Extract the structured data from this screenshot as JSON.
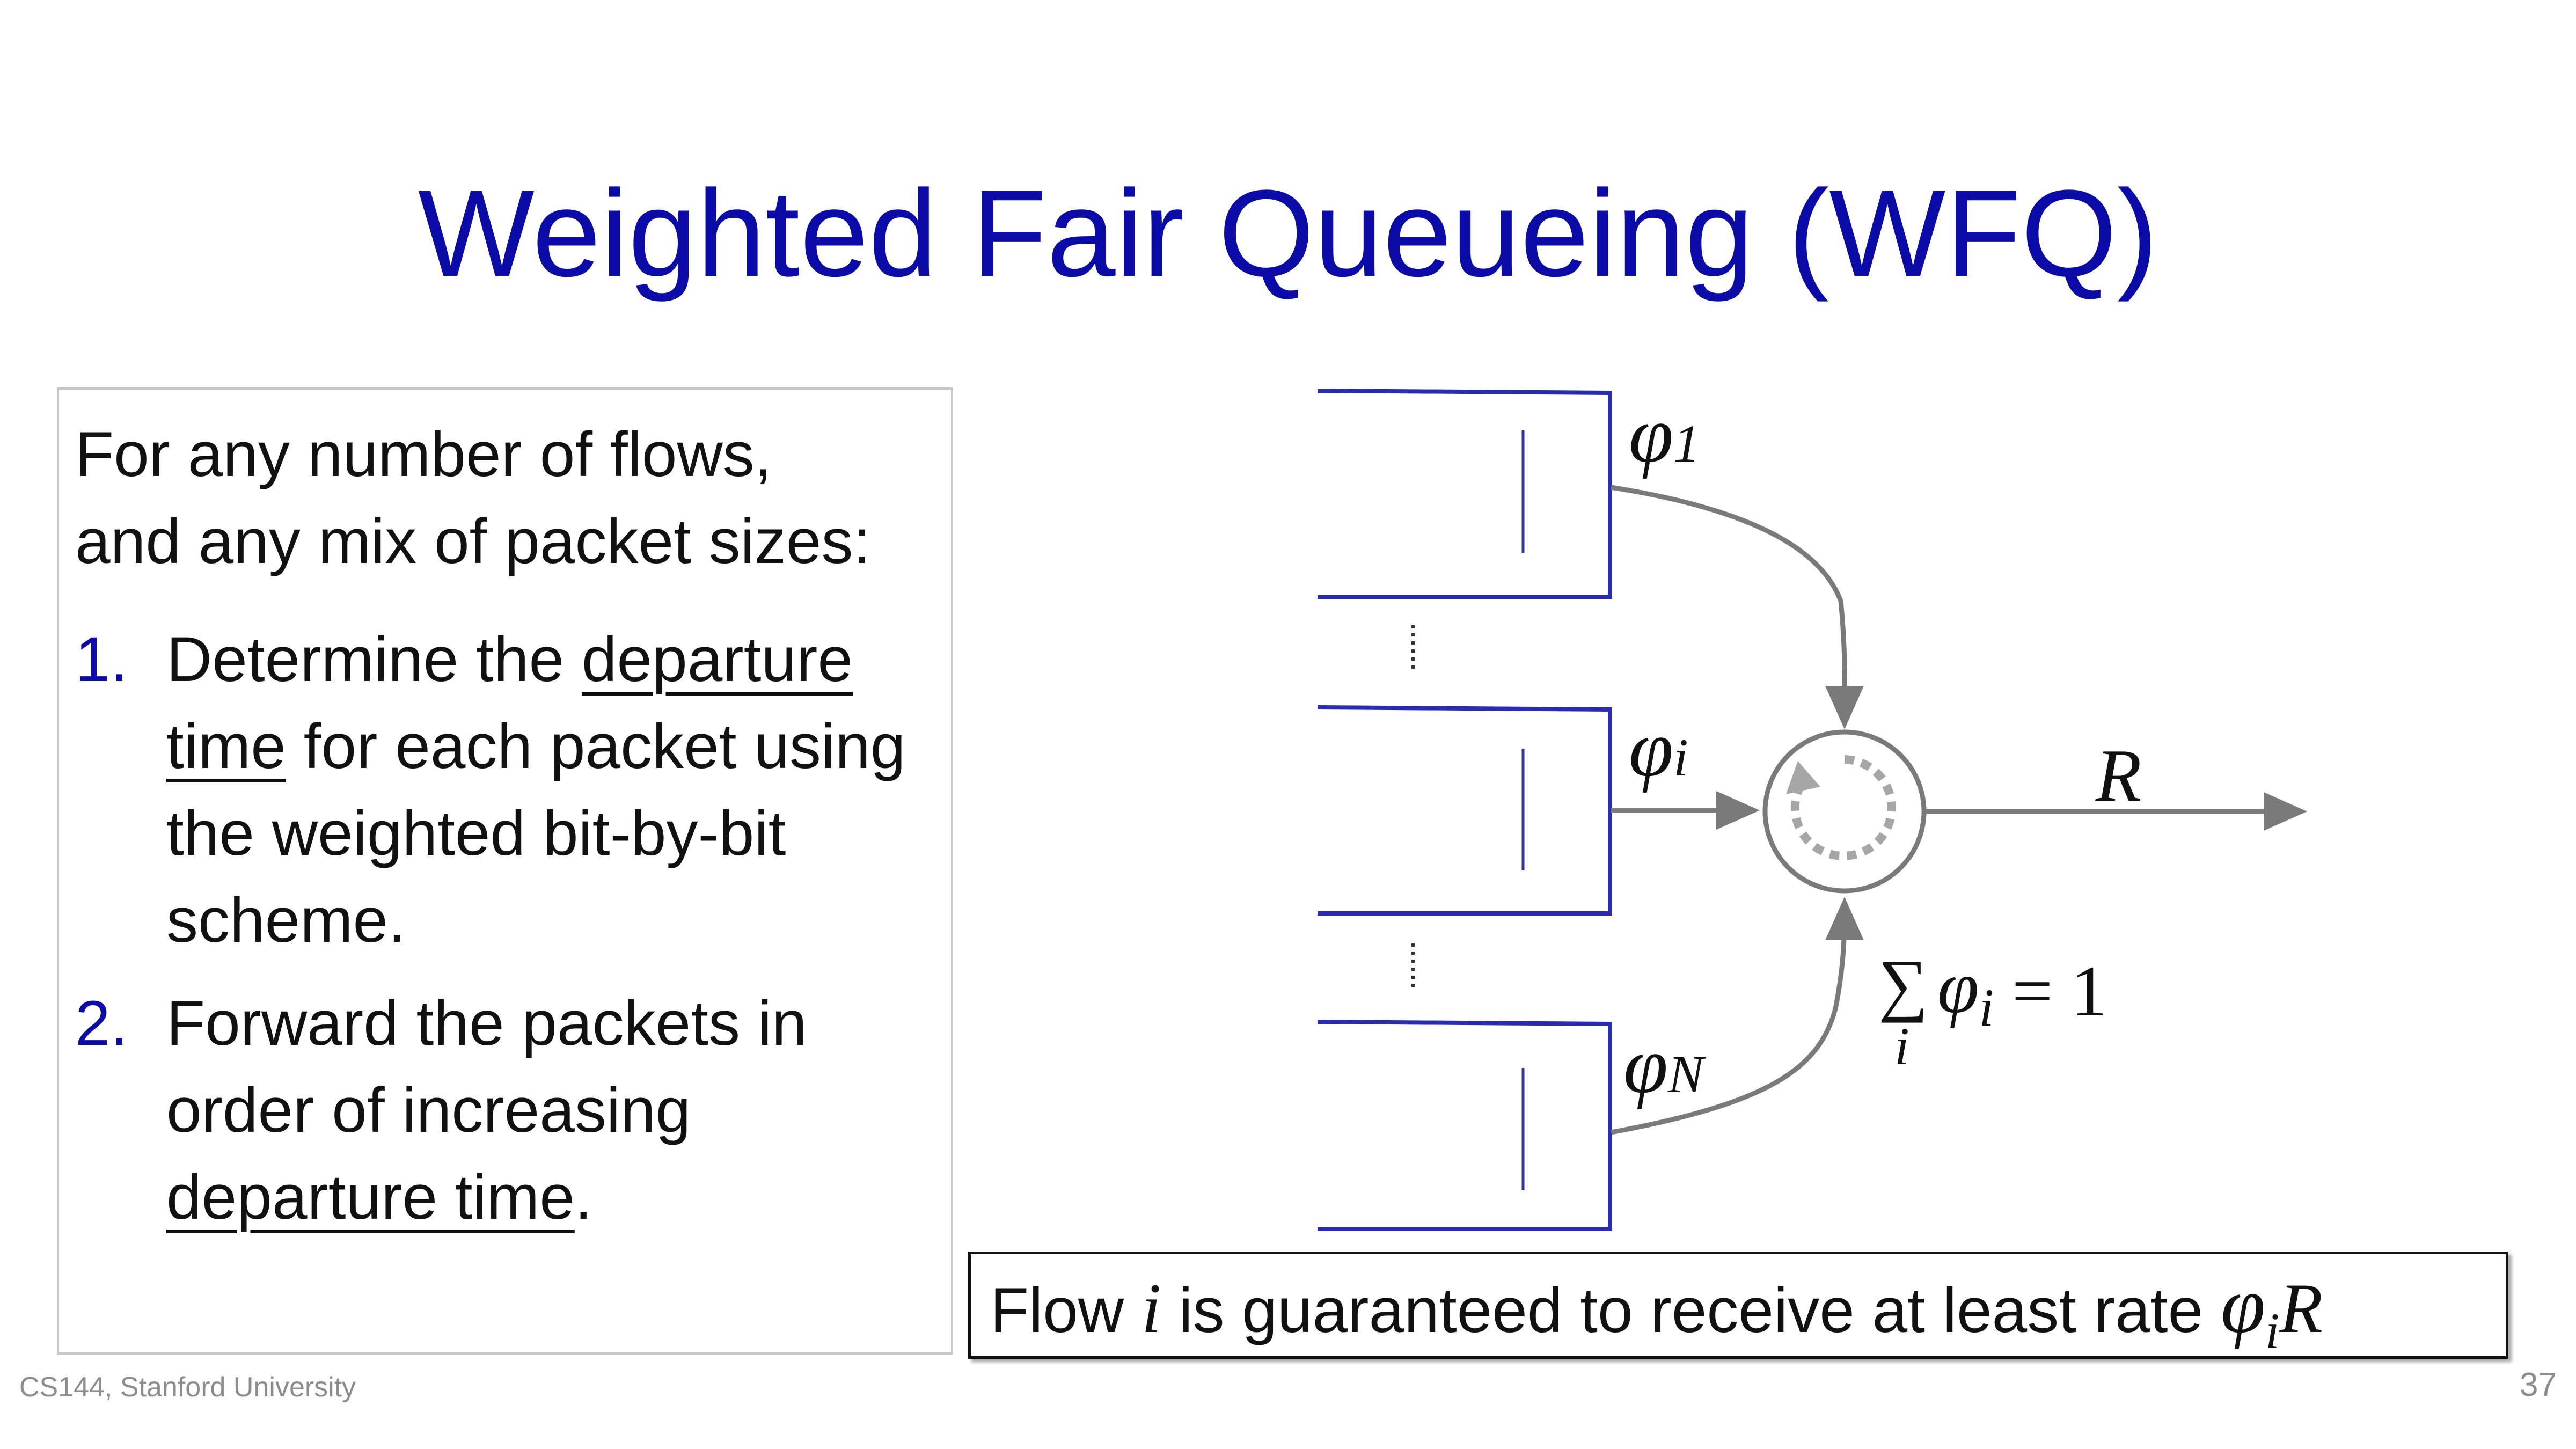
{
  "slide": {
    "title": "Weighted Fair Queueing (WFQ)",
    "footer": "CS144, Stanford University",
    "page_number": "37"
  },
  "textbox": {
    "intro_line1": "For any number of flows,",
    "intro_line2": "and any mix of packet sizes:",
    "items": [
      {
        "number": "1.",
        "pre": "Determine the ",
        "underlined": "departure time",
        "post": " for each packet using the weighted bit-by-bit scheme."
      },
      {
        "number": "2.",
        "pre": "Forward the packets in order of increasing ",
        "underlined": "departure time",
        "post": "."
      }
    ]
  },
  "diagram": {
    "queues": [
      {
        "weight_symbol": "φ",
        "weight_subscript": "1"
      },
      {
        "weight_symbol": "φ",
        "weight_subscript": "i"
      },
      {
        "weight_symbol": "φ",
        "weight_subscript": "N"
      }
    ],
    "output_rate_label": "R",
    "constraint": {
      "sum_symbol": "∑",
      "sum_index": "i",
      "term": "φ",
      "term_subscript": "i",
      "rhs": " = 1"
    },
    "colors": {
      "queue": "#2b2bb0",
      "arrow": "#7a7a7a",
      "scheduler_rotation": "#a6a6a6"
    },
    "icons": [
      "rotation-arrow-icon"
    ]
  },
  "guarantee": {
    "pre": "Flow ",
    "flow_var": "i",
    "mid": " is guaranteed to receive at least rate ",
    "rate_symbol": "φ",
    "rate_subscript": "i",
    "rate_var": "R"
  }
}
